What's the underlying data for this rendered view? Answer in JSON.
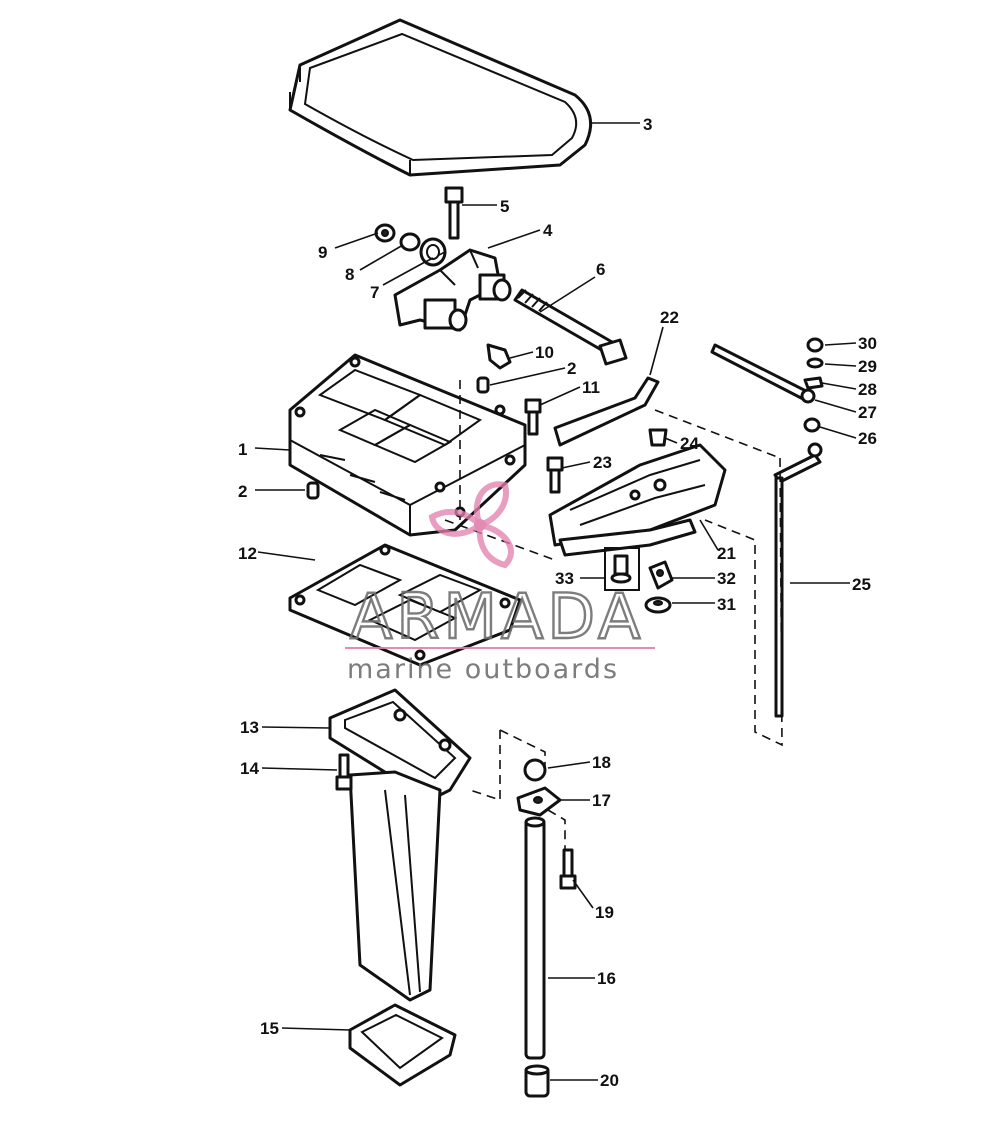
{
  "watermark": {
    "brand": "ARMADA",
    "tagline": "marine outboards",
    "brand_color": "#e07fae",
    "text_color": "#6f6f6f"
  },
  "callouts": [
    "1",
    "2",
    "2",
    "3",
    "4",
    "5",
    "6",
    "7",
    "8",
    "9",
    "10",
    "11",
    "12",
    "13",
    "14",
    "15",
    "16",
    "17",
    "18",
    "19",
    "20",
    "21",
    "22",
    "23",
    "24",
    "25",
    "26",
    "27",
    "28",
    "29",
    "30",
    "31",
    "32",
    "33"
  ]
}
